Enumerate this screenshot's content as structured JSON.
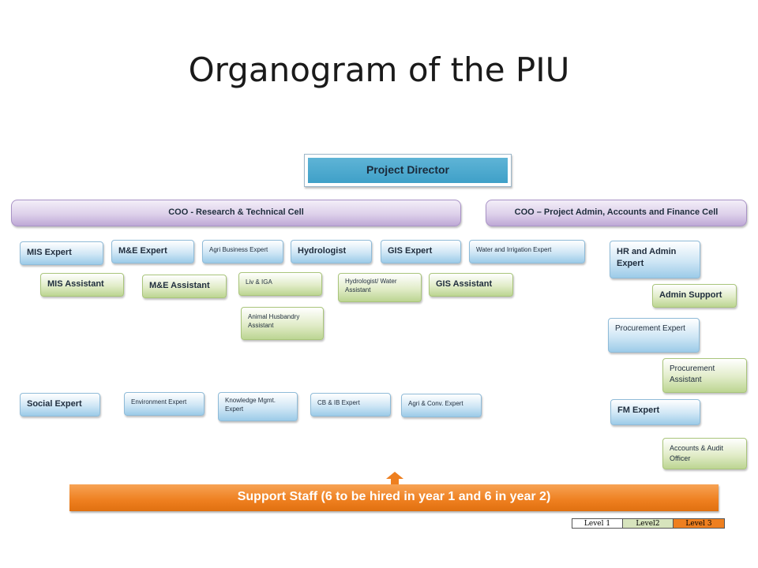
{
  "title": "Organogram of the PIU",
  "director": "Project Director",
  "coo_research": "COO - Research & Technical Cell",
  "coo_admin": "COO – Project Admin, Accounts and Finance Cell",
  "research_level2": {
    "mis_expert": "MIS Expert",
    "me_expert": "M&E Expert",
    "agri_business_expert": "Agri Business Expert",
    "hydrologist": "Hydrologist",
    "gis_expert": "GIS Expert",
    "water_irrigation_expert": "Water and Irrigation Expert",
    "social_expert": "Social Expert",
    "environment_expert": "Environment Expert",
    "knowledge_mgmt_expert": "Knowledge Mgmt. Expert",
    "cb_ib_expert": "CB & IB Expert",
    "agri_conv_expert": "Agri & Conv. Expert"
  },
  "research_level3": {
    "mis_assistant": "MIS Assistant",
    "me_assistant": "M&E Assistant",
    "liv_iga": "Liv & IGA",
    "hydrologist_water_assistant": "Hydrologist/ Water Assistant",
    "gis_assistant": "GIS Assistant",
    "animal_husbandry_assistant": "Animal Husbandry Assistant"
  },
  "admin_level2": {
    "hr_admin_expert": "HR and Admin Expert",
    "procurement_expert": "Procurement Expert",
    "fm_expert": "FM Expert"
  },
  "admin_level3": {
    "admin_support": "Admin Support",
    "procurement_assistant": "Procurement Assistant",
    "accounts_audit_officer": "Accounts & Audit Officer"
  },
  "support_staff": "Support Staff (6 to be hired in year 1 and 6 in year 2)",
  "legend": {
    "level1": "Level 1",
    "level2": "Level2",
    "level3": "Level 3",
    "colors": {
      "level1": "#ffffff",
      "level2": "#d7e4bd",
      "level3": "#ee7f1f"
    }
  }
}
